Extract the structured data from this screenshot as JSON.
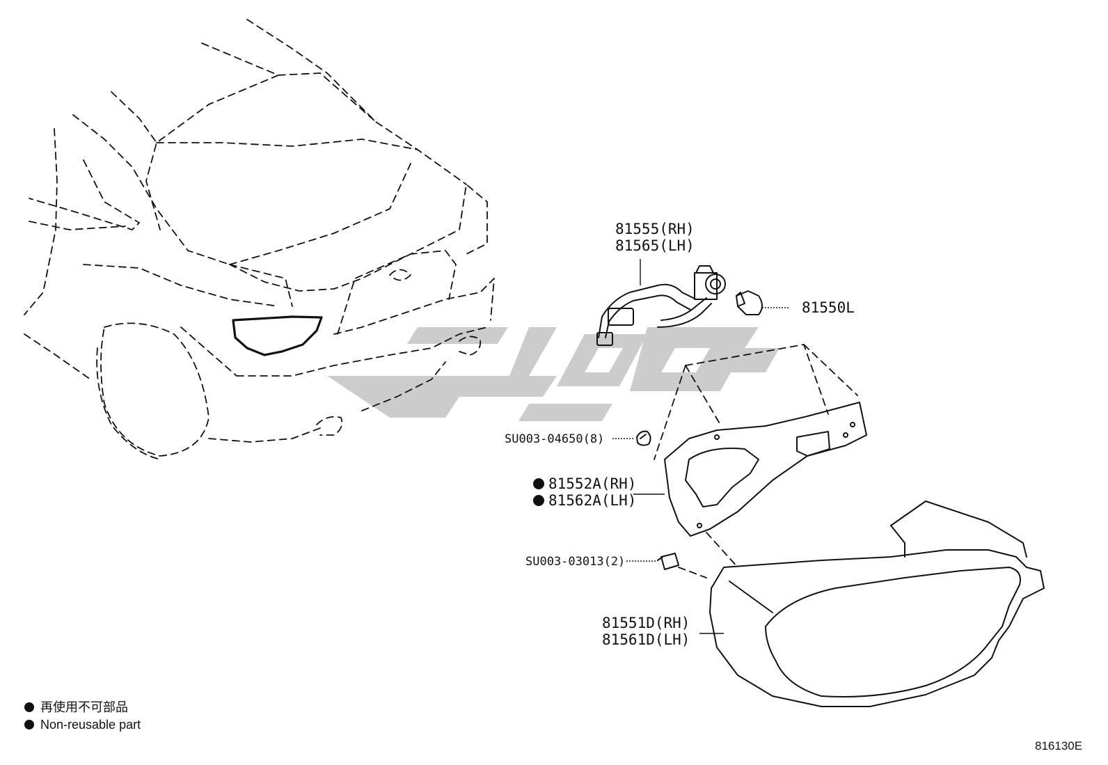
{
  "callouts": {
    "harness": [
      "81555(RH)",
      "81565(LH)"
    ],
    "bulb": "81550L",
    "clip": "SU003-04650(8)",
    "gasket": [
      "81552A(RH)",
      "81562A(LH)"
    ],
    "screw": "SU003-03013(2)",
    "lamp": [
      "81551D(RH)",
      "81561D(LH)"
    ]
  },
  "legend": {
    "jp": "再使用不可部品",
    "en": "Non-reusable part"
  },
  "diagram_code": "816130E",
  "colors": {
    "ink": "#111111",
    "watermark": "#c8c8c8",
    "background": "#ffffff"
  }
}
